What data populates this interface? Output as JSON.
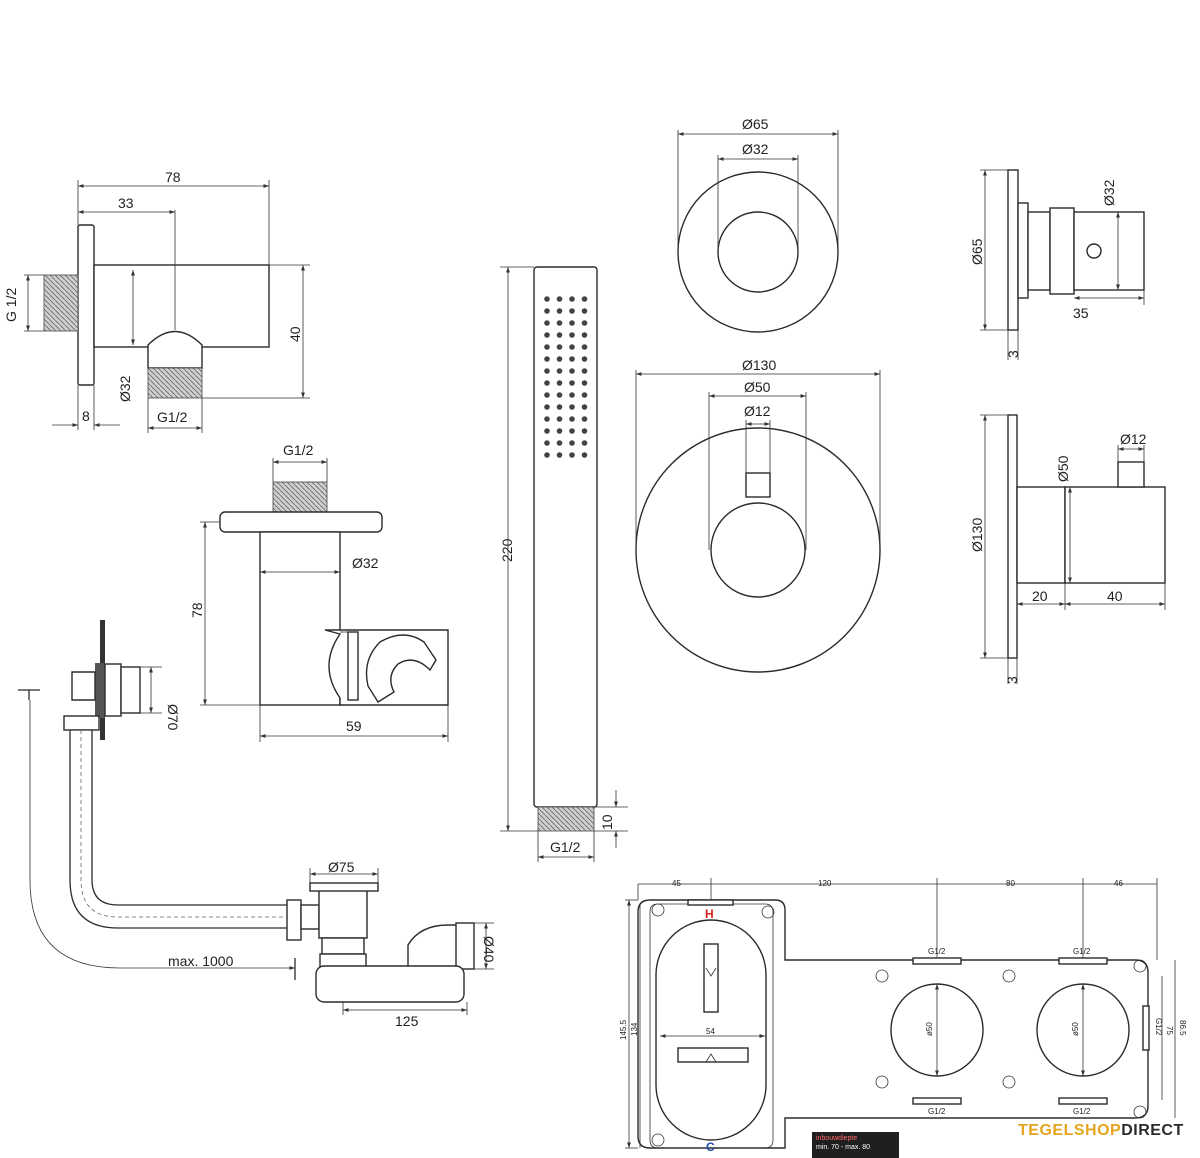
{
  "labels": {
    "angle_total": "78",
    "angle_center": "33",
    "angle_thread": "G 1/2",
    "angle_height": "40",
    "angle_dia": "Ø32",
    "angle_flange": "8",
    "angle_outlet": "G1/2",
    "holder_thread": "G1/2",
    "holder_dia": "Ø32",
    "holder_height": "78",
    "holder_depth": "59",
    "hand_length": "220",
    "hand_thread_len": "10",
    "hand_thread": "G1/2",
    "stop_dia_outer": "Ø65",
    "stop_dia_inner": "Ø32",
    "stop_side_outer": "Ø65",
    "stop_side_knob": "Ø32",
    "stop_side_depth": "35",
    "stop_side_plate": "3",
    "thermo_dia_outer": "Ø130",
    "thermo_dia_knob": "Ø50",
    "thermo_dia_stem": "Ø12",
    "thermo_side_stem": "Ø12",
    "thermo_side_knob": "Ø50",
    "thermo_side_outer": "Ø130",
    "thermo_side_a": "20",
    "thermo_side_b": "40",
    "thermo_side_plate": "3",
    "bath_overflow": "Ø70",
    "bath_waste": "Ø75",
    "bath_outlet": "Ø40",
    "bath_max": "max. 1000",
    "bath_width": "125",
    "box_d1": "45",
    "box_d2": "120",
    "box_d3": "80",
    "box_d4": "46",
    "box_hot": "H",
    "box_cold": "C",
    "box_g1": "G1/2",
    "box_g2": "G1/2",
    "box_g3": "G1/2",
    "box_g4": "G1/2",
    "box_g5": "G1/2",
    "box_inner": "54",
    "box_c1": "ø50",
    "box_c2": "ø50",
    "box_h1": "145.5",
    "box_h2": "134",
    "box_h3": "86.5",
    "box_h4": "75"
  },
  "note": {
    "title": "inbouwdiepte",
    "range": "min. 70 - max. 80"
  },
  "brand": {
    "part1": "TEGELSHOP",
    "part2": "DIRECT"
  },
  "colors": {
    "hot": "#d42020",
    "cold": "#1f4ea8",
    "brand_accent": "#e6a51e",
    "brand_dark": "#2b2b2b"
  }
}
